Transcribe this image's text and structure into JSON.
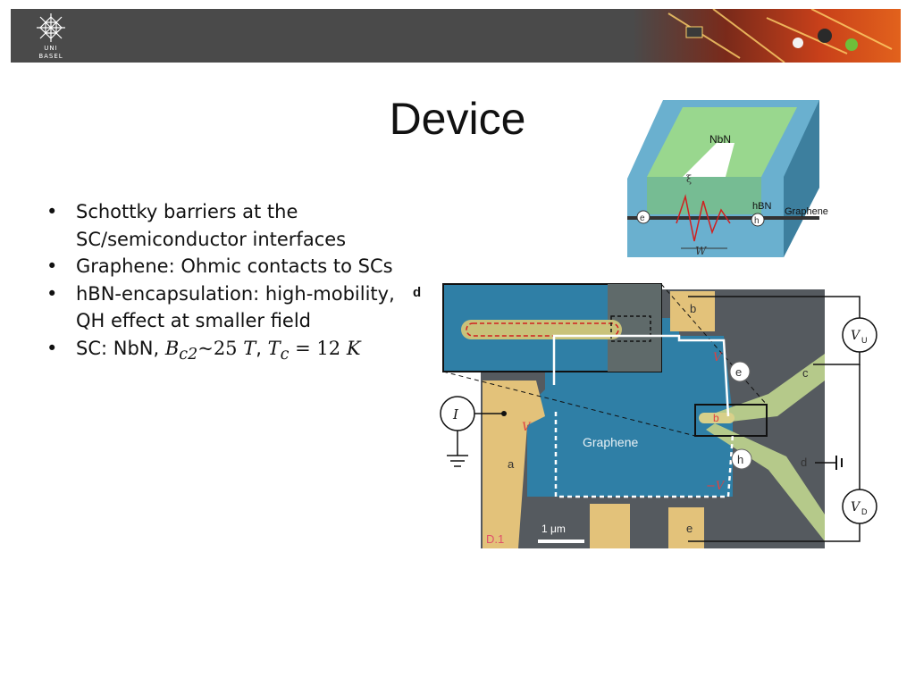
{
  "header": {
    "logo_line1": "UNI",
    "logo_line2": "BASEL"
  },
  "slide": {
    "title": "Device",
    "bullets": [
      "Schottky barriers at the SC/semiconductor interfaces",
      "Graphene: Ohmic contacts to SCs",
      "hBN-encapsulation: high-mobility, QH effect at smaller field"
    ],
    "bullet4_prefix": "SC: NbN, ",
    "bc2_symbol": "B",
    "bc2_sub": "c2",
    "bc2_value": "~25",
    "unit_T": "T",
    "comma": ",",
    "tc_symbol": "T",
    "tc_sub": "c",
    "tc_value": "= 12",
    "unit_K": "K"
  },
  "figure_top": {
    "nbn": "NbN",
    "hbn": "hBN",
    "graphene": "Graphene",
    "e": "e",
    "h": "h",
    "w": "W",
    "xi": "ξ"
  },
  "figure_main": {
    "panel": "d",
    "graphene": "Graphene",
    "scale": "1 μm",
    "sample": "D.1",
    "a": "a",
    "b": "b",
    "c": "c",
    "d": "d",
    "e": "e",
    "e_circle": "e",
    "h_circle": "h",
    "i": "I",
    "vu": "V",
    "vu_sub": "U",
    "vd": "V",
    "vd_sub": "D",
    "v_red": "V",
    "minus_v": "−V",
    "b_red": "b"
  },
  "colors": {
    "header_bg": "#4a4a4a",
    "graphene_blue": "#2f7fa6",
    "gold_contact": "#e3c27a",
    "green_contact": "#b5c98a",
    "hbn_blue": "#6ab0cf",
    "nbn_green": "#8fd17a"
  }
}
